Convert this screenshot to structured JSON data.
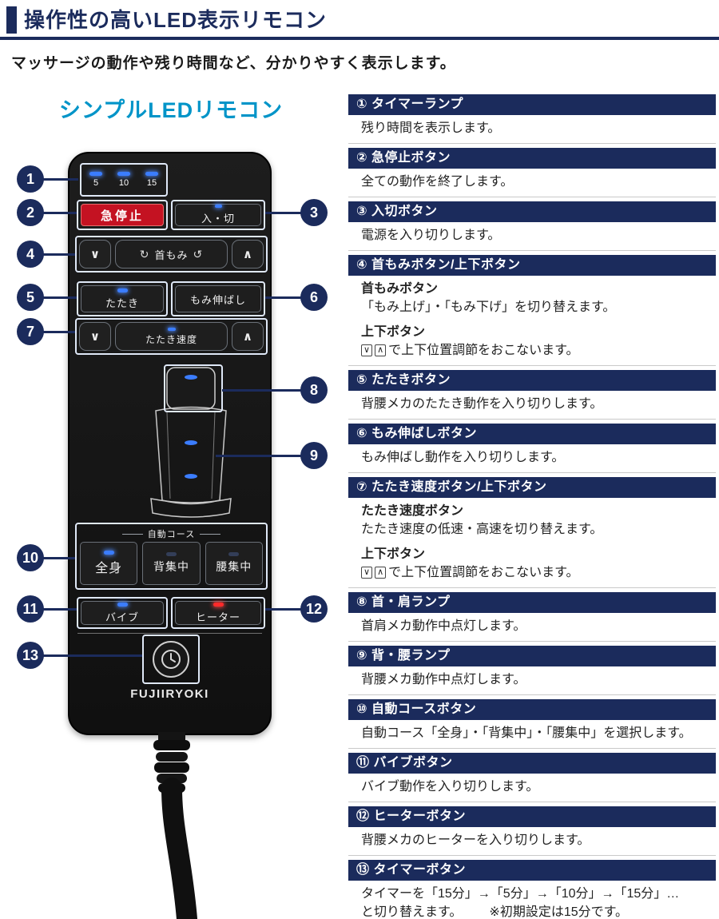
{
  "header": {
    "title": "操作性の高いLED表示リモコン",
    "subtitle": "マッサージの動作や残り時間など、分かりやすく表示します。"
  },
  "left": {
    "title": "シンプルLEDリモコン"
  },
  "remote": {
    "brand": "FUJIIRYOKI",
    "timer_labels": [
      "5",
      "10",
      "15"
    ],
    "emergency": "急停止",
    "power": "入・切",
    "neck": "首もみ",
    "tap": "たたき",
    "stretch": "もみ伸ばし",
    "tap_speed": "たたき速度",
    "auto_label": "自動コース",
    "course_full": "全身",
    "course_back": "背集中",
    "course_waist": "腰集中",
    "vibe": "バイブ",
    "heater": "ヒーター"
  },
  "icons": {
    "chevron_down": "∨",
    "chevron_up": "∧",
    "rotate_left": "↺",
    "rotate_right": "↻"
  },
  "callouts": [
    "1",
    "2",
    "3",
    "4",
    "5",
    "6",
    "7",
    "8",
    "9",
    "10",
    "11",
    "12",
    "13"
  ],
  "sections": [
    {
      "num": "①",
      "title": "タイマーランプ",
      "body": [
        {
          "text": "残り時間を表示します。"
        }
      ]
    },
    {
      "num": "②",
      "title": "急停止ボタン",
      "body": [
        {
          "text": "全ての動作を終了します。"
        }
      ]
    },
    {
      "num": "③",
      "title": "入切ボタン",
      "body": [
        {
          "text": "電源を入り切りします。"
        }
      ]
    },
    {
      "num": "④",
      "title": "首もみボタン/上下ボタン",
      "body": [
        {
          "bold": "首もみボタン"
        },
        {
          "text": "「もみ上げ」・「もみ下げ」を切り替えます。"
        },
        {
          "bold": "上下ボタン",
          "gap": true
        },
        {
          "arrows": true,
          "text": "で上下位置調節をおこないます。"
        }
      ]
    },
    {
      "num": "⑤",
      "title": "たたきボタン",
      "body": [
        {
          "text": "背腰メカのたたき動作を入り切りします。"
        }
      ]
    },
    {
      "num": "⑥",
      "title": "もみ伸ばしボタン",
      "body": [
        {
          "text": "もみ伸ばし動作を入り切りします。"
        }
      ]
    },
    {
      "num": "⑦",
      "title": "たたき速度ボタン/上下ボタン",
      "body": [
        {
          "bold": "たたき速度ボタン"
        },
        {
          "text": "たたき速度の低速・高速を切り替えます。"
        },
        {
          "bold": "上下ボタン",
          "gap": true
        },
        {
          "arrows": true,
          "text": "で上下位置調節をおこないます。"
        }
      ]
    },
    {
      "num": "⑧",
      "title": "首・肩ランプ",
      "body": [
        {
          "text": "首肩メカ動作中点灯します。"
        }
      ]
    },
    {
      "num": "⑨",
      "title": "背・腰ランプ",
      "body": [
        {
          "text": "背腰メカ動作中点灯します。"
        }
      ]
    },
    {
      "num": "⑩",
      "title": "自動コースボタン",
      "body": [
        {
          "text": "自動コース「全身」・「背集中」・「腰集中」を選択します。"
        }
      ]
    },
    {
      "num": "⑪",
      "title": "バイブボタン",
      "body": [
        {
          "text": "バイブ動作を入り切りします。"
        }
      ]
    },
    {
      "num": "⑫",
      "title": "ヒーターボタン",
      "body": [
        {
          "text": "背腰メカのヒーターを入り切りします。"
        }
      ]
    },
    {
      "num": "⑬",
      "title": "タイマーボタン",
      "body": [
        {
          "text": "タイマーを「15分」→「5分」→「10分」→「15分」…"
        },
        {
          "text": "と切り替えます。",
          "note": "※初期設定は15分です。"
        }
      ]
    }
  ]
}
